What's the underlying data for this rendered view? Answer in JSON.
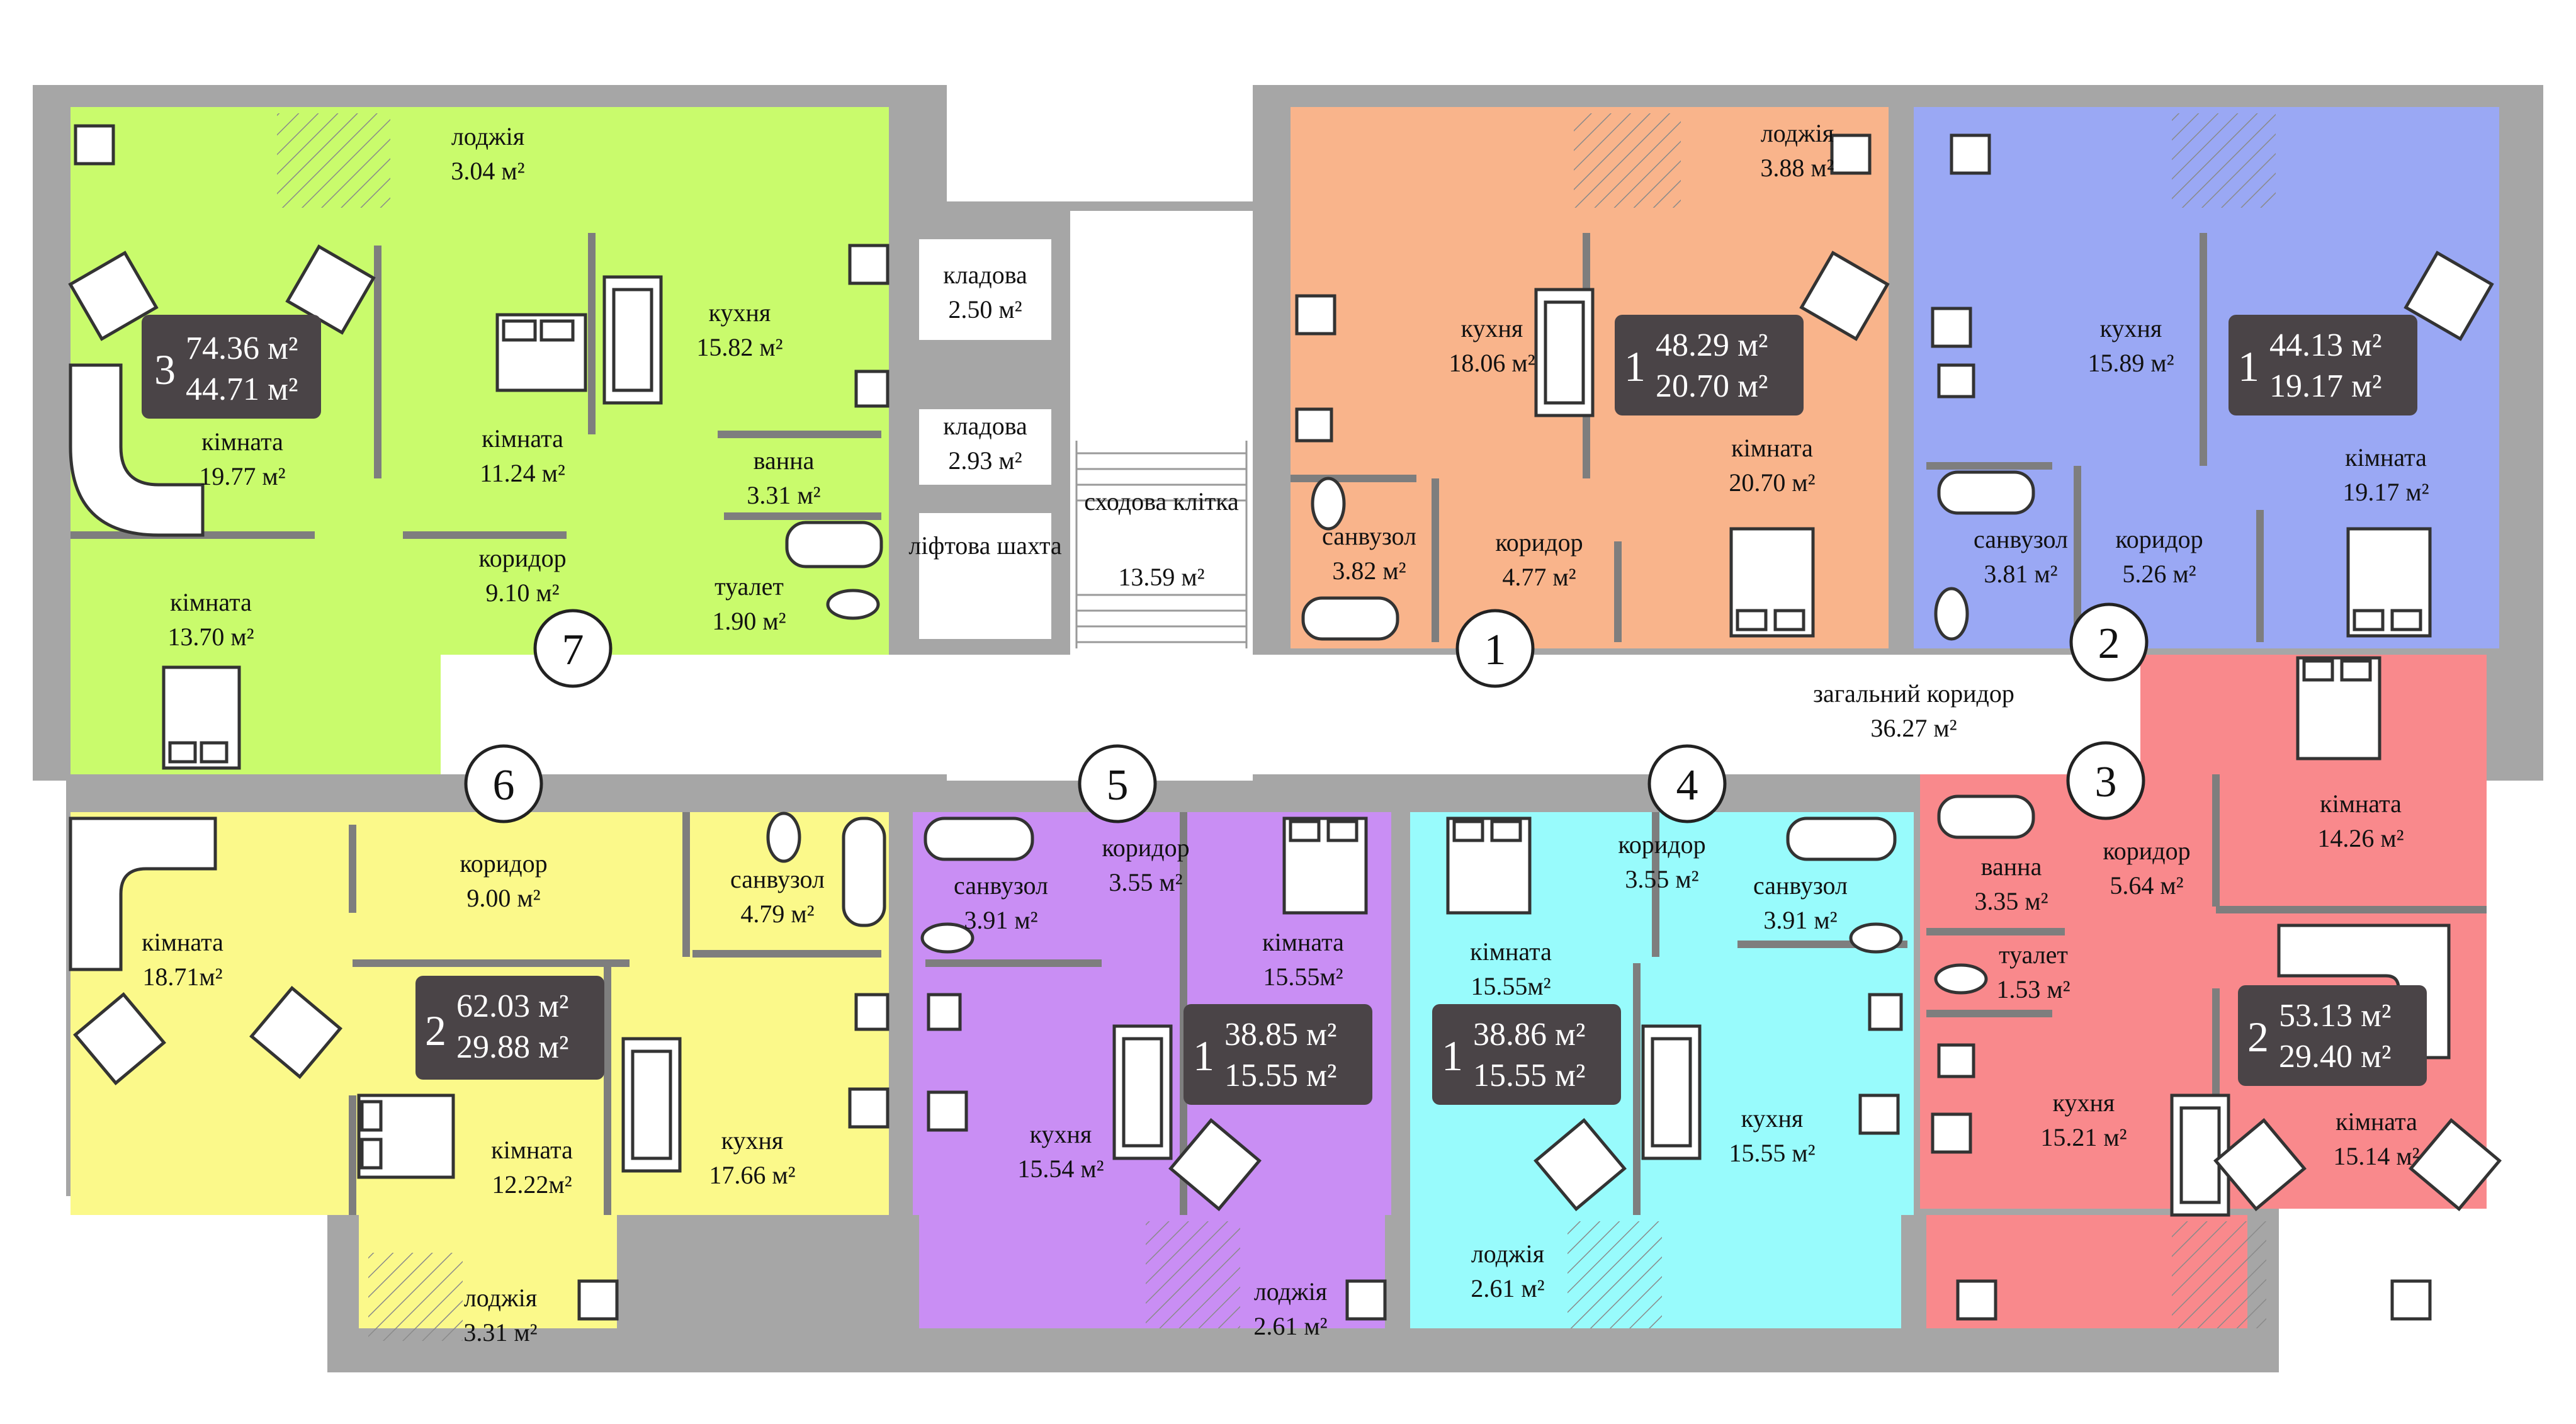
{
  "colors": {
    "apt1": "#f9b48b",
    "apt2": "#9aa8f4",
    "apt3": "#f9898c",
    "apt4": "#98fbfc",
    "apt5": "#c98ef4",
    "apt6": "#fbf98a",
    "apt7": "#c9fb6c",
    "wall": "#a6a6a6",
    "badge": "#4a4447",
    "corridor": "#ffffff"
  },
  "common": {
    "stair_name": "сходова клітка",
    "stair_area": "13.59 м²",
    "lift_name": "ліфтова шахта",
    "storage1_name": "кладова",
    "storage1_area": "2.50 м²",
    "storage2_name": "кладова",
    "storage2_area": "2.93 м²",
    "corridor_name": "загальний коридор",
    "corridor_area": "36.27 м²"
  },
  "apartments": [
    {
      "number": "1",
      "rooms": "1",
      "total": "48.29 м²",
      "living": "20.70 м²",
      "labels": [
        {
          "name": "кухня",
          "area": "18.06 м²"
        },
        {
          "name": "кімната",
          "area": "20.70 м²"
        },
        {
          "name": "санвузол",
          "area": "3.82 м²"
        },
        {
          "name": "коридор",
          "area": "4.77 м²"
        },
        {
          "name": "лоджія",
          "area": "3.88 м²"
        }
      ]
    },
    {
      "number": "2",
      "rooms": "1",
      "total": "44.13 м²",
      "living": "19.17 м²",
      "labels": [
        {
          "name": "кухня",
          "area": "15.89 м²"
        },
        {
          "name": "кімната",
          "area": "19.17 м²"
        },
        {
          "name": "санвузол",
          "area": "3.81 м²"
        },
        {
          "name": "коридор",
          "area": "5.26 м²"
        }
      ]
    },
    {
      "number": "3",
      "rooms": "2",
      "total": "53.13 м²",
      "living": "29.40 м²",
      "labels": [
        {
          "name": "кімната",
          "area": "14.26 м²"
        },
        {
          "name": "коридор",
          "area": "5.64 м²"
        },
        {
          "name": "ванна",
          "area": "3.35 м²"
        },
        {
          "name": "туалет",
          "area": "1.53 м²"
        },
        {
          "name": "кухня",
          "area": "15.21 м²"
        },
        {
          "name": "кімната",
          "area": "15.14 м²"
        }
      ]
    },
    {
      "number": "4",
      "rooms": "1",
      "total": "38.86 м²",
      "living": "15.55 м²",
      "labels": [
        {
          "name": "коридор",
          "area": "3.55 м²"
        },
        {
          "name": "санвузол",
          "area": "3.91 м²"
        },
        {
          "name": "кімната",
          "area": "15.55м²"
        },
        {
          "name": "кухня",
          "area": "15.55 м²"
        },
        {
          "name": "лоджія",
          "area": "2.61 м²"
        }
      ]
    },
    {
      "number": "5",
      "rooms": "1",
      "total": "38.85 м²",
      "living": "15.55 м²",
      "labels": [
        {
          "name": "санвузол",
          "area": "3.91 м²"
        },
        {
          "name": "коридор",
          "area": "3.55 м²"
        },
        {
          "name": "кімната",
          "area": "15.55м²"
        },
        {
          "name": "кухня",
          "area": "15.54 м²"
        },
        {
          "name": "лоджія",
          "area": "2.61 м²"
        }
      ]
    },
    {
      "number": "6",
      "rooms": "2",
      "total": "62.03 м²",
      "living": "29.88 м²",
      "labels": [
        {
          "name": "кімната",
          "area": "18.71м²"
        },
        {
          "name": "коридор",
          "area": "9.00 м²"
        },
        {
          "name": "санвузол",
          "area": "4.79 м²"
        },
        {
          "name": "кімната",
          "area": "12.22м²"
        },
        {
          "name": "кухня",
          "area": "17.66 м²"
        },
        {
          "name": "лоджія",
          "area": "3.31 м²"
        }
      ]
    },
    {
      "number": "7",
      "rooms": "3",
      "total": "74.36 м²",
      "living": "44.71 м²",
      "labels": [
        {
          "name": "лоджія",
          "area": "3.04 м²"
        },
        {
          "name": "кухня",
          "area": "15.82 м²"
        },
        {
          "name": "кімната",
          "area": "19.77 м²"
        },
        {
          "name": "кімната",
          "area": "11.24 м²"
        },
        {
          "name": "ванна",
          "area": "3.31 м²"
        },
        {
          "name": "коридор",
          "area": "9.10 м²"
        },
        {
          "name": "туалет",
          "area": "1.90 м²"
        },
        {
          "name": "кімната",
          "area": "13.70 м²"
        }
      ]
    }
  ]
}
